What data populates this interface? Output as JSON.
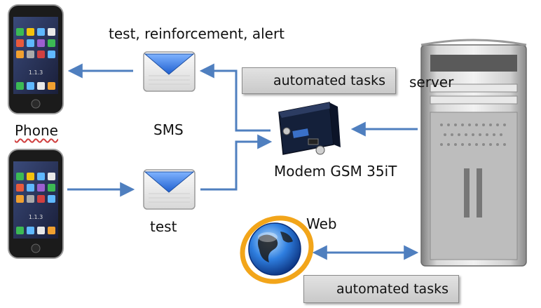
{
  "labels": {
    "sms_types": "test, reinforcement, alert",
    "phone": "Phone",
    "sms": "SMS",
    "test": "test",
    "modem": "Modem GSM 35iT",
    "server": "server",
    "web": "Web"
  },
  "boxes": {
    "automated_top": "automated tasks",
    "automated_bottom": "automated tasks"
  },
  "colors": {
    "arrow": "#4f7fbf",
    "envelope_flap": "#2f6fd6",
    "box_fill": "#d6d6d6",
    "text": "#111111"
  },
  "icons": [
    "iphone-icon",
    "envelope-icon",
    "gsm-modem-icon",
    "server-tower-icon",
    "globe-icon"
  ]
}
